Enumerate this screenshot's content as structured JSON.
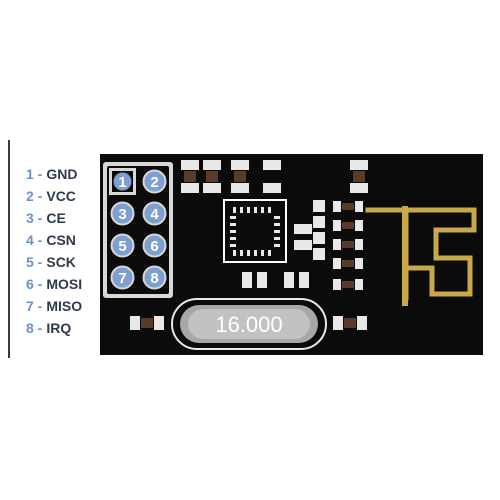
{
  "pins": [
    {
      "num": "1",
      "name": "GND"
    },
    {
      "num": "2",
      "name": "VCC"
    },
    {
      "num": "3",
      "name": "CE"
    },
    {
      "num": "4",
      "name": "CSN"
    },
    {
      "num": "5",
      "name": "SCK"
    },
    {
      "num": "6",
      "name": "MOSI"
    },
    {
      "num": "7",
      "name": "MISO"
    },
    {
      "num": "8",
      "name": "IRQ"
    }
  ],
  "crystal": {
    "label": "16.000"
  },
  "colors": {
    "board": "#0b0b0b",
    "pad": "#f0f0f0",
    "pin_fill": "#7f9fd0",
    "antenna": "#c8a94a",
    "legend_number": "#6f90c8",
    "legend_text": "#2f3a4a"
  }
}
